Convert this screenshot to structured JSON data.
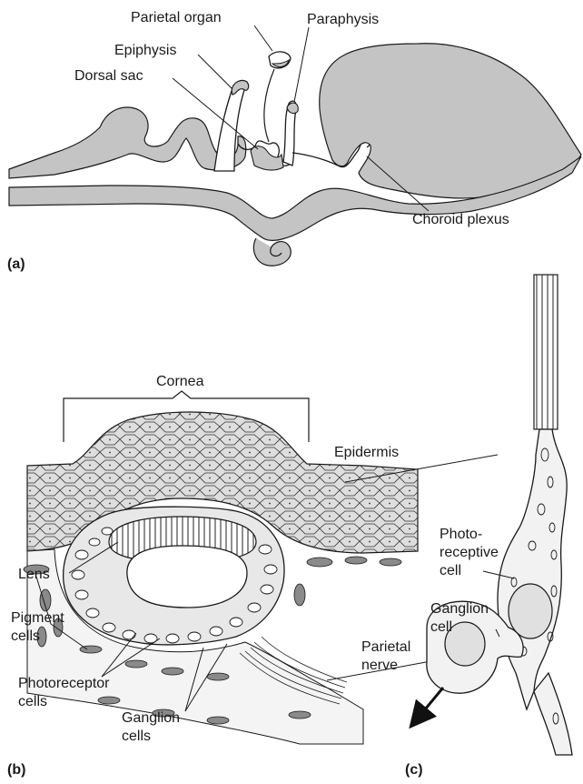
{
  "panel_a": {
    "tag": "(a)",
    "labels": {
      "parietal_organ": "Parietal organ",
      "paraphysis": "Paraphysis",
      "epiphysis": "Epiphysis",
      "dorsal_sac": "Dorsal sac",
      "choroid_plexus": "Choroid plexus"
    }
  },
  "panel_b": {
    "tag": "(b)",
    "labels": {
      "cornea": "Cornea",
      "epidermis": "Epidermis",
      "lens": "Lens",
      "pigment_1": "Pigment",
      "pigment_2": "cells",
      "parietal_1": "Parietal",
      "parietal_2": "nerve",
      "photoreceptor_1": "Photoreceptor",
      "photoreceptor_2": "cells",
      "ganglion_1": "Ganglion",
      "ganglion_2": "cells"
    }
  },
  "panel_c": {
    "tag": "(c)",
    "labels": {
      "photo_1": "Photo-",
      "photo_2": "receptive",
      "photo_3": "cell",
      "ganglion_1": "Ganglion",
      "ganglion_2": "cell"
    }
  },
  "colors": {
    "tissue_fill": "#c4c4c4",
    "cell_fill": "#dedede",
    "outline": "#1a1a1a"
  }
}
